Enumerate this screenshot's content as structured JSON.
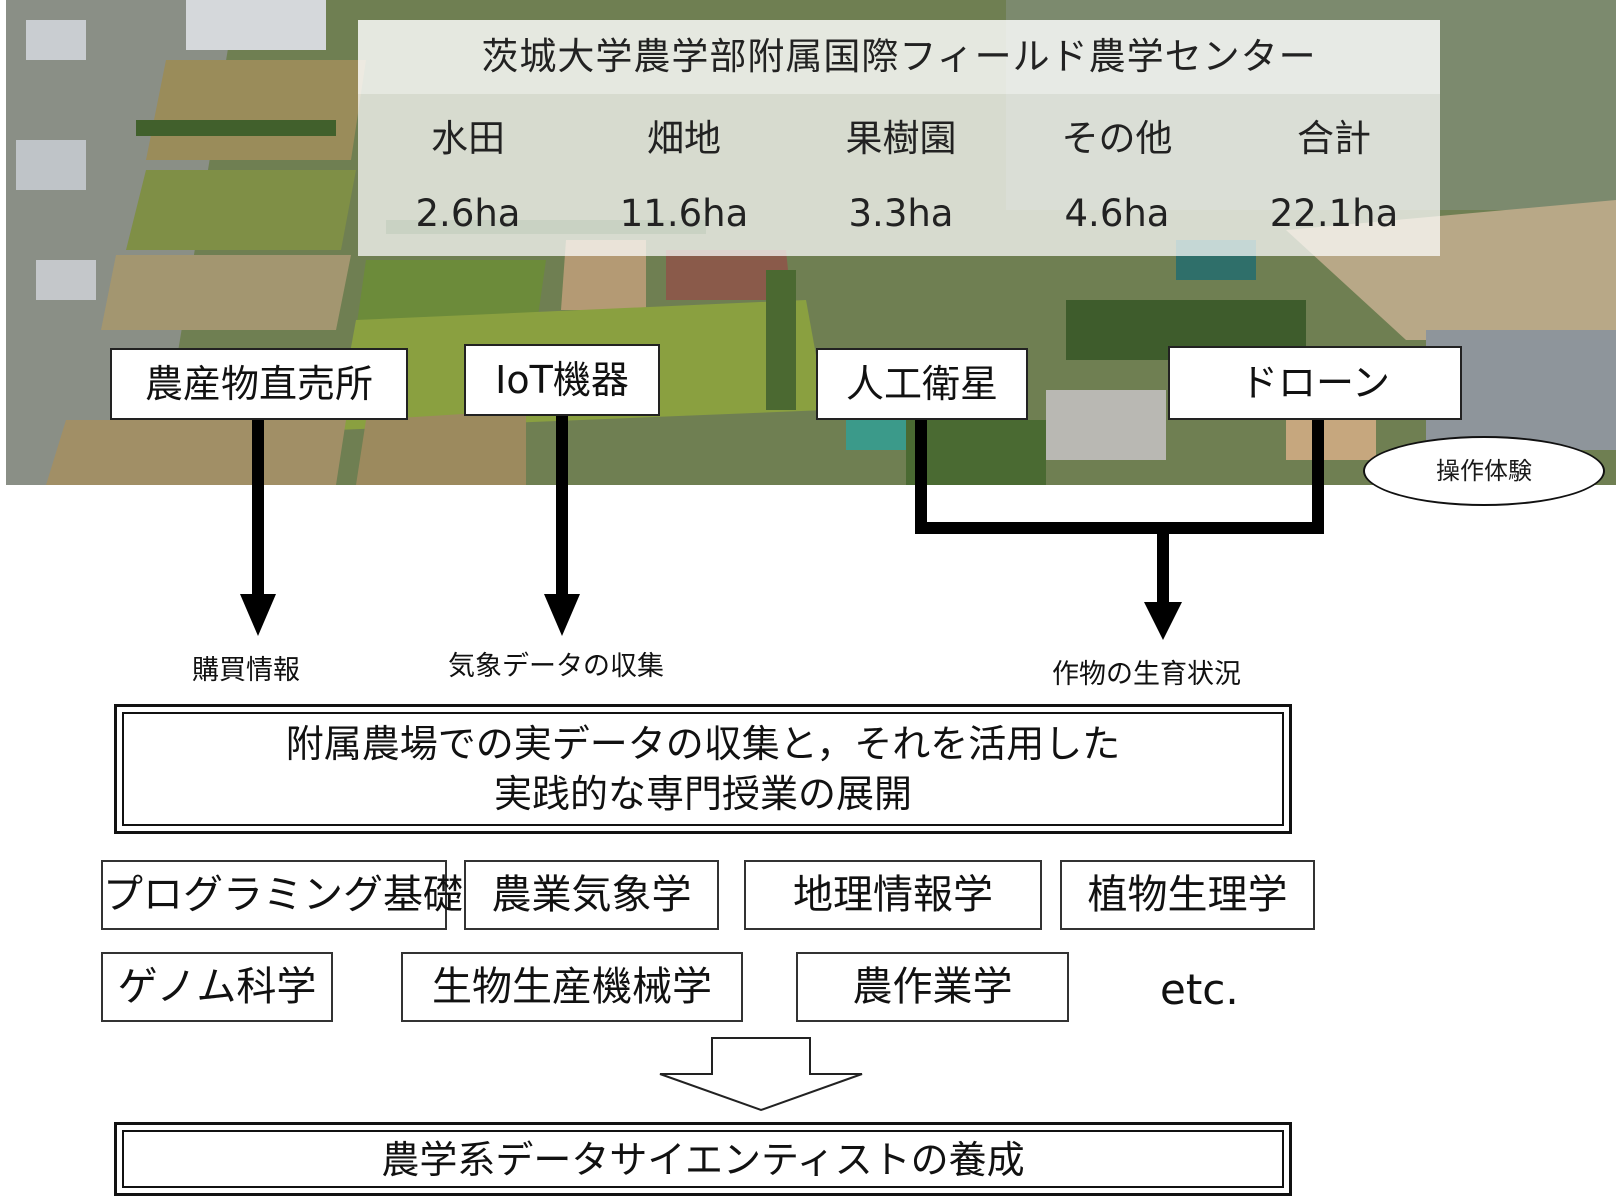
{
  "title": "茨城大学農学部附属国際フィールド農学センター",
  "stats": {
    "headers": [
      "水田",
      "畑地",
      "果樹園",
      "その他",
      "合計"
    ],
    "values": [
      "2.6ha",
      "11.6ha",
      "3.3ha",
      "4.6ha",
      "22.1ha"
    ]
  },
  "sources": {
    "direct_sales": "農産物直売所",
    "iot": "IoT機器",
    "satellite": "人工衛星",
    "drone": "ドローン"
  },
  "drone_note": "操作体験",
  "captions": {
    "purchase": "購買情報",
    "weather": "気象データの収集",
    "growth": "作物の生育状況"
  },
  "main_box": {
    "line1": "附属農場での実データの収集と，それを活用した",
    "line2": "実践的な専門授業の展開"
  },
  "courses_row1": [
    "プログラミング基礎",
    "農業気象学",
    "地理情報学",
    "植物生理学"
  ],
  "courses_row2": [
    "ゲノム科学",
    "生物生産機械学",
    "農作業学"
  ],
  "etc": "etc.",
  "goal": "農学系データサイエンティストの養成"
}
